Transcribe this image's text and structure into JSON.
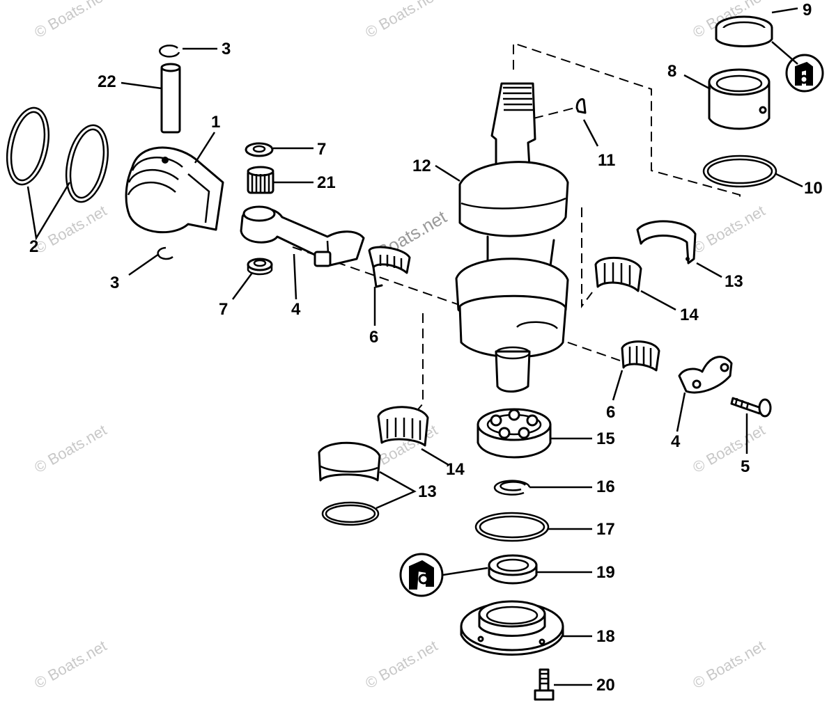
{
  "callouts": {
    "c1": "1",
    "c2": "2",
    "c3a": "3",
    "c3b": "3",
    "c4a": "4",
    "c4b": "4",
    "c5": "5",
    "c6a": "6",
    "c6b": "6",
    "c7a": "7",
    "c7b": "7",
    "c8": "8",
    "c9": "9",
    "c10": "10",
    "c11": "11",
    "c12": "12",
    "c13a": "13",
    "c13b": "13",
    "c14a": "14",
    "c14b": "14",
    "c15": "15",
    "c16": "16",
    "c17": "17",
    "c18": "18",
    "c19": "19",
    "c20": "20",
    "c21": "21",
    "c22": "22"
  },
  "watermark": {
    "text": "© Boats.net",
    "center_text": "Boats.net"
  }
}
